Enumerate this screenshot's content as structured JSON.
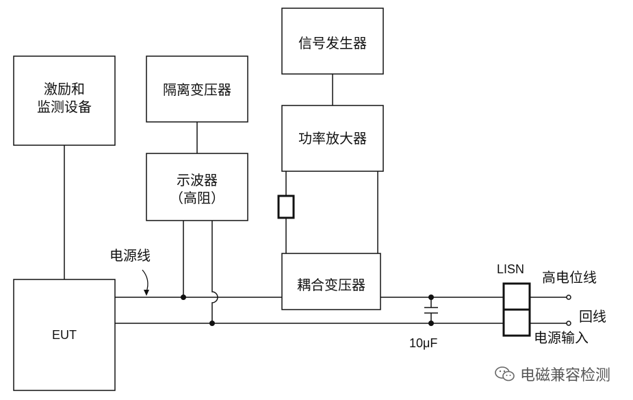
{
  "blocks": {
    "stimulus_l1": "激励和",
    "stimulus_l2": "监测设备",
    "isolation": "隔离变压器",
    "scope_l1": "示波器",
    "scope_l2": "（高阻）",
    "siggen": "信号发生器",
    "amp": "功率放大器",
    "coupling": "耦合变压器",
    "eut": "EUT"
  },
  "labels": {
    "power_line": "电源线",
    "capacitor": "10μF",
    "lisn": "LISN",
    "hv_line": "高电位线",
    "return_line": "回线",
    "power_input": "电源输入"
  },
  "watermark": "电磁兼容检测"
}
